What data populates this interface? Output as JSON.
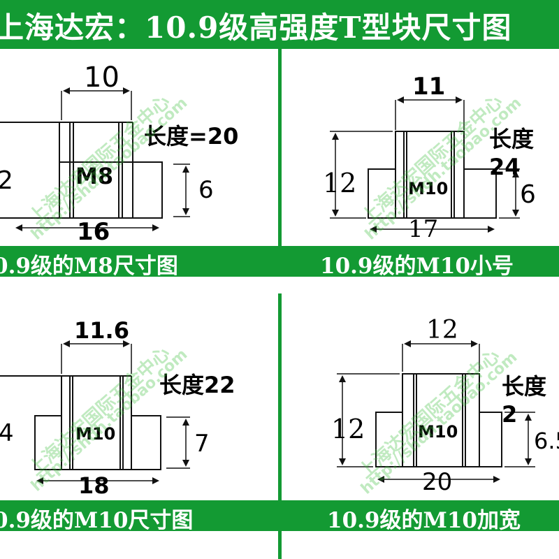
{
  "header": {
    "title": "上海达宏：10.9级高强度T型块尺寸图"
  },
  "watermark": {
    "line1": "上海达宏国际五金中心",
    "line2": "http://shdh.taobao.com"
  },
  "panels": [
    {
      "caption": "0.9级的M8尺寸图",
      "dims": {
        "top": "10",
        "length": "长度=20",
        "left": "2",
        "right": "6",
        "bottom": "16",
        "thread": "M8"
      }
    },
    {
      "caption": "10.9级的M10小号",
      "dims": {
        "top": "11",
        "length": "长度24",
        "left": "12",
        "right": "6",
        "bottom": "17",
        "thread": "M10"
      }
    },
    {
      "caption": "0.9级的M10尺寸图",
      "dims": {
        "top": "11.6",
        "length": "长度22",
        "left": "4",
        "right": "7",
        "bottom": "18",
        "thread": "M10"
      }
    },
    {
      "caption": "10.9级的M10加宽",
      "dims": {
        "top": "12",
        "length": "长度2",
        "left": "12",
        "right": "6.5",
        "bottom": "20",
        "thread": "M10"
      }
    }
  ],
  "colors": {
    "green": "#139a33",
    "line": "#111111",
    "watermark": "#3cbe3c"
  }
}
